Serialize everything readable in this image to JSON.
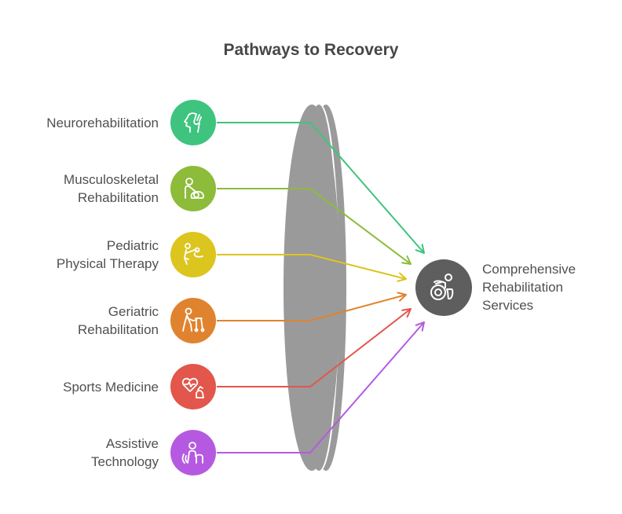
{
  "title": "Pathways to Recovery",
  "sources": [
    {
      "label_lines": [
        "Neurorehabilitation"
      ],
      "icon": "head-hand-icon",
      "color": "#3ec47e"
    },
    {
      "label_lines": [
        "Musculoskeletal",
        "Rehabilitation"
      ],
      "icon": "therapist-patient-icon",
      "color": "#8dbb3a"
    },
    {
      "label_lines": [
        "Pediatric",
        "Physical Therapy"
      ],
      "icon": "adult-child-exercise-icon",
      "color": "#dcc51e"
    },
    {
      "label_lines": [
        "Geriatric",
        "Rehabilitation"
      ],
      "icon": "walker-icon",
      "color": "#e0832f"
    },
    {
      "label_lines": [
        "Sports Medicine"
      ],
      "icon": "heart-muscle-icon",
      "color": "#e2564b"
    },
    {
      "label_lines": [
        "Assistive",
        "Technology"
      ],
      "icon": "assistive-hand-icon",
      "color": "#b55ae0"
    }
  ],
  "target": {
    "label_lines": [
      "Comprehensive",
      "Rehabilitation",
      "Services"
    ],
    "icon": "wheelchair-icon",
    "color": "#5e5e5e"
  },
  "lens_color": "#9a9a9a"
}
